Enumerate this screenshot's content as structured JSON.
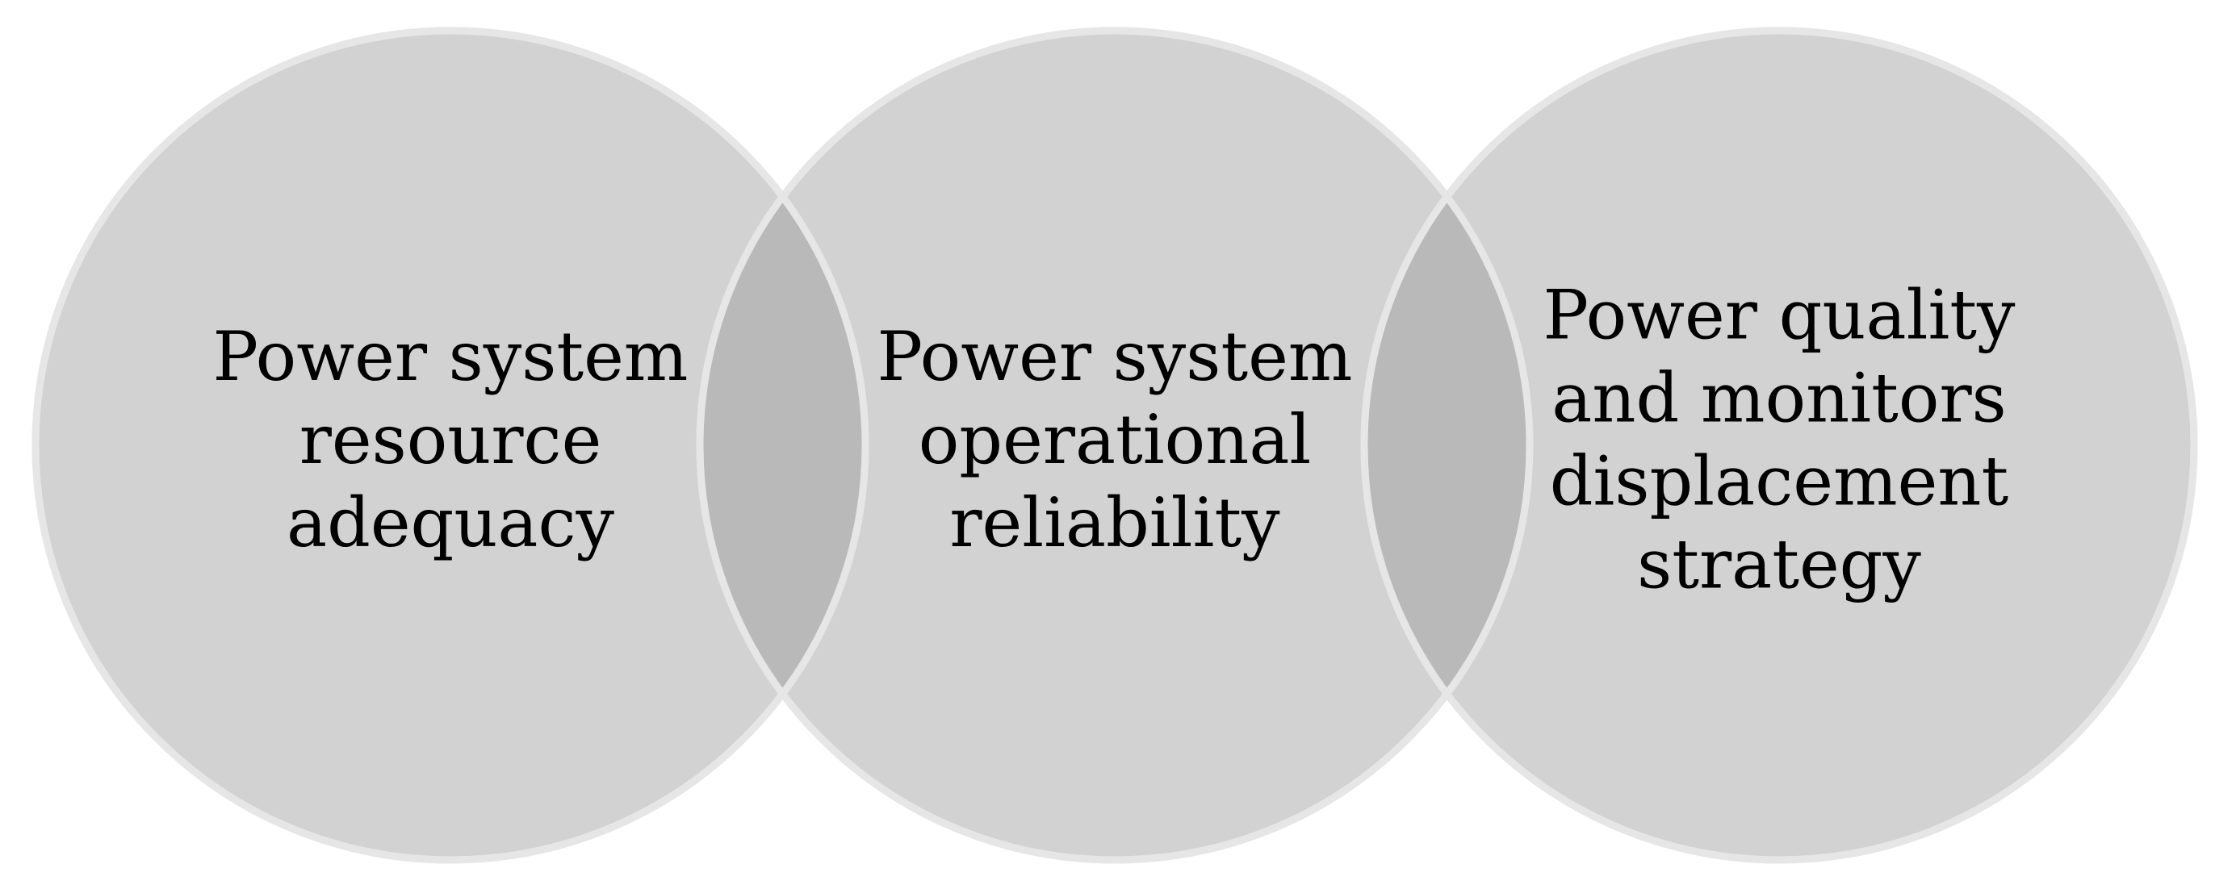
{
  "diagram": {
    "type": "venn",
    "colors": {
      "background": "#ffffff",
      "fill": "#d2d2d2",
      "overlap": "#b9b9b9",
      "stroke": "#e6e6e6",
      "text": "#000000"
    },
    "circles": [
      {
        "id": "resource-adequacy",
        "lines": [
          "Power system",
          "resource",
          "adequacy"
        ]
      },
      {
        "id": "operational-reliability",
        "lines": [
          "Power system",
          "operational",
          "reliability"
        ]
      },
      {
        "id": "power-quality",
        "lines": [
          "Power quality",
          "and monitors",
          "displacement",
          "strategy"
        ]
      }
    ]
  }
}
